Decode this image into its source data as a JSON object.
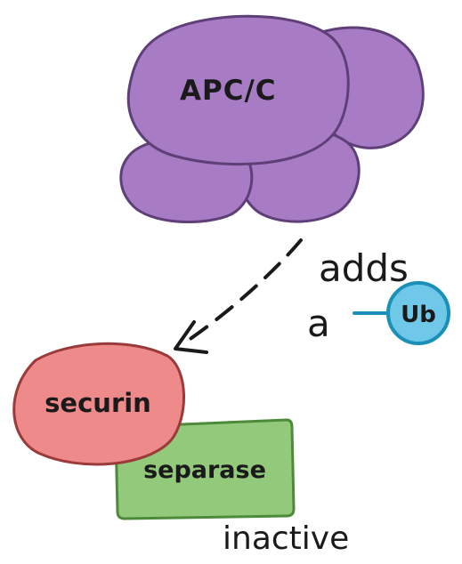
{
  "apc": {
    "label": "APC/C",
    "color_fill": "#a77cc4",
    "color_stroke": "#5f3f78"
  },
  "action": {
    "line1": "adds",
    "line2": "a"
  },
  "ubiquitin": {
    "label": "Ub",
    "color_fill": "#6fc8e8",
    "color_stroke": "#1a8fb8"
  },
  "securin": {
    "label": "securin",
    "color_fill": "#ef8a8a",
    "color_stroke": "#9b3a3a"
  },
  "separase": {
    "label": "separase",
    "color_fill": "#93c97a",
    "color_stroke": "#4d8a3a"
  },
  "status": {
    "label": "inactive"
  }
}
